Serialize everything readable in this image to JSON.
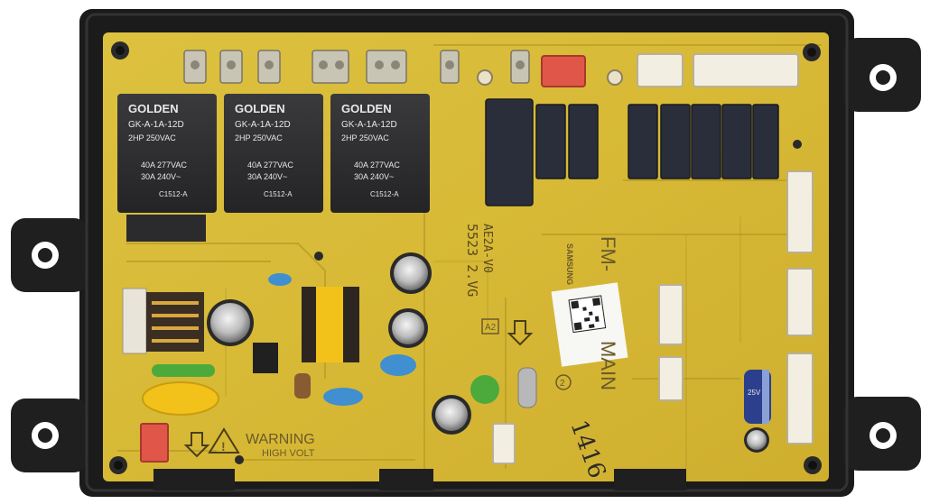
{
  "board": {
    "model_label": "FM-",
    "model_label_2": "MAIN",
    "code_label": "AE2A-V0",
    "code_label_2": "5523 2.VG",
    "maker_mark": "SAMSUNG",
    "a2_label": "A2",
    "circle_label": "2",
    "handwritten_mark": "1416"
  },
  "relays": [
    {
      "brand": "GOLDEN",
      "model": "GK-A-1A-12D",
      "rating": "2HP 250VAC",
      "spec1": "40A  277VAC",
      "spec2": "30A  240V~",
      "code": "C1512-A"
    },
    {
      "brand": "GOLDEN",
      "model": "GK-A-1A-12D",
      "rating": "2HP 250VAC",
      "spec1": "40A  277VAC",
      "spec2": "30A  240V~",
      "code": "C1512-A"
    },
    {
      "brand": "GOLDEN",
      "model": "GK-A-1A-12D",
      "rating": "2HP 250VAC",
      "spec1": "40A  277VAC",
      "spec2": "30A  240V~",
      "code": "C1512-A"
    }
  ],
  "warning": {
    "title": "WARNING",
    "subtitle": "HIGH VOLT"
  },
  "capacitor_labels": {
    "small_blue": "25V"
  },
  "colors": {
    "board": "#d9bd3a",
    "housing": "#1c1c1c",
    "relay_body": "#2e2e30",
    "blue_cap": "#3f8fd1",
    "red_connector": "#e0574a",
    "white_connector": "#f3eee2",
    "green_part": "#4caa3c",
    "yellow_part": "#f2c21a"
  },
  "icons": [
    "warning-triangle-icon",
    "down-arrow-icon",
    "qr-code-icon"
  ]
}
